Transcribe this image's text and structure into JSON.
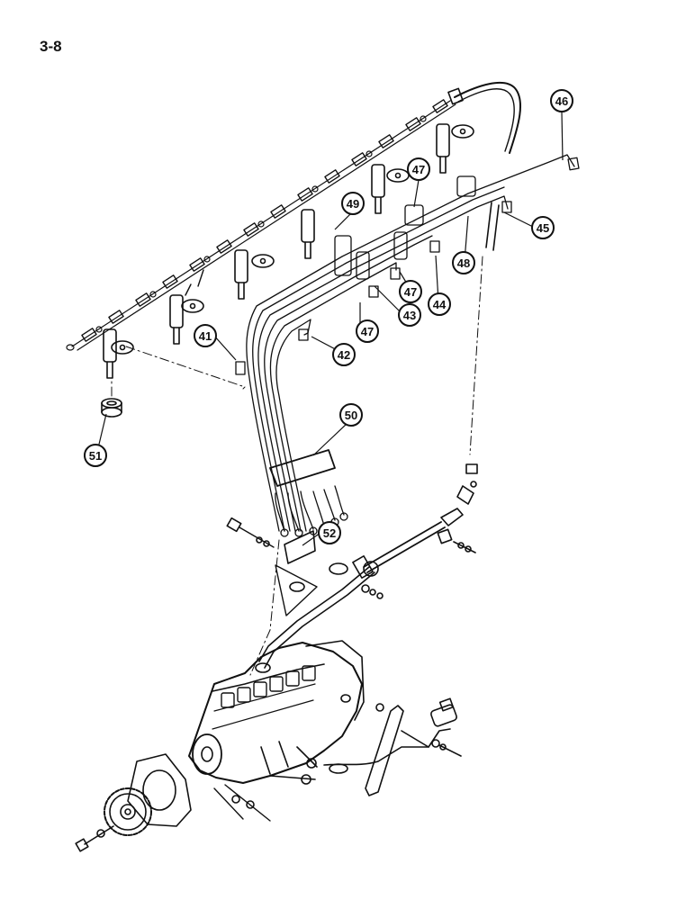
{
  "page": {
    "number": "3-8"
  },
  "callouts": [
    {
      "label": "41"
    },
    {
      "label": "42"
    },
    {
      "label": "43"
    },
    {
      "label": "44"
    },
    {
      "label": "45"
    },
    {
      "label": "46"
    },
    {
      "label": "47"
    },
    {
      "label": "47"
    },
    {
      "label": "47"
    },
    {
      "label": "48"
    },
    {
      "label": "49"
    },
    {
      "label": "50"
    },
    {
      "label": "51"
    },
    {
      "label": "52"
    }
  ],
  "colors": {
    "line": "#111111",
    "background": "#ffffff"
  }
}
